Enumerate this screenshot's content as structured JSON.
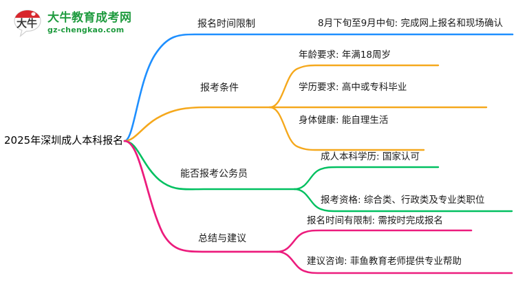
{
  "logo": {
    "mark_text": "大牛",
    "title": "大牛教育成考网",
    "subtitle": "gz-chengkao.com",
    "brand_color": "#1f9b3f",
    "mark_accent_color": "#d8262c"
  },
  "mindmap": {
    "root": {
      "label": "2025年深圳成人本科报名"
    },
    "branches": [
      {
        "label": "报名时间限制",
        "color": "#1E8FFF",
        "children": [
          {
            "label": "8月下旬至9月中旬: 完成网上报名和现场确认"
          }
        ]
      },
      {
        "label": "报考条件",
        "color": "#F5A81C",
        "children": [
          {
            "label": "年龄要求: 年满18周岁"
          },
          {
            "label": "学历要求: 高中或专科毕业"
          },
          {
            "label": "身体健康: 能自理生活"
          }
        ]
      },
      {
        "label": "能否报考公务员",
        "color": "#00C060",
        "children": [
          {
            "label": "成人本科学历: 国家认可"
          },
          {
            "label": "报考资格: 综合类、行政类及专业类职位"
          }
        ]
      },
      {
        "label": "总结与建议",
        "color": "#EC1C7D",
        "children": [
          {
            "label": "报名时间有限制: 需按时完成报名"
          },
          {
            "label": "建议咨询: 菲鱼教育老师提供专业帮助"
          }
        ]
      }
    ]
  }
}
